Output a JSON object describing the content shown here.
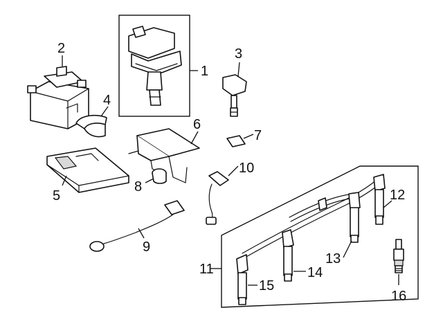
{
  "callouts": {
    "c1": "1",
    "c2": "2",
    "c3": "3",
    "c4": "4",
    "c5": "5",
    "c6": "6",
    "c7": "7",
    "c8": "8",
    "c9": "9",
    "c10": "10",
    "c11": "11",
    "c12": "12",
    "c13": "13",
    "c14": "14",
    "c15": "15",
    "c16": "16"
  },
  "icons": {
    "part1": "ignition-coil-pack-icon",
    "part2": "ignition-coil-icon",
    "part3": "pencil-coil-icon",
    "part4": "coil-clip-icon",
    "part5": "control-module-icon",
    "part6": "mounting-bracket-icon",
    "part7": "insulator-pad-icon",
    "part8": "grommet-icon",
    "part9": "knock-sensor-icon",
    "part10": "sensor-icon",
    "part11": "spark-plug-wire-set-icon",
    "part16": "spark-plug-icon"
  },
  "colors": {
    "ink": "#111111",
    "background": "#ffffff"
  }
}
